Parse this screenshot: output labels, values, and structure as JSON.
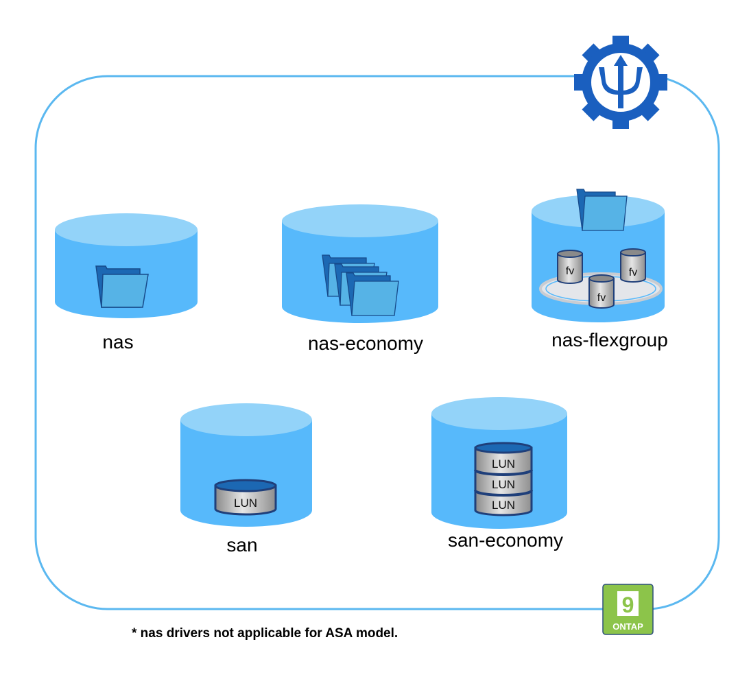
{
  "diagram": {
    "title_logo": "trident-gear-logo",
    "drivers": [
      {
        "id": "nas",
        "label": "nas",
        "content": "single-folder"
      },
      {
        "id": "nas-economy",
        "label": "nas-economy",
        "content": "multiple-folders"
      },
      {
        "id": "nas-flexgroup",
        "label": "nas-flexgroup",
        "content": "folder-with-flexvols",
        "flexvol_labels": [
          "fv",
          "fv",
          "fv"
        ]
      },
      {
        "id": "san",
        "label": "san",
        "content": "single-lun",
        "lun_labels": [
          "LUN"
        ]
      },
      {
        "id": "san-economy",
        "label": "san-economy",
        "content": "stacked-luns",
        "lun_labels": [
          "LUN",
          "LUN",
          "LUN"
        ]
      }
    ],
    "badge": {
      "number": "9",
      "text": "ONTAP"
    },
    "footnote": "* nas drivers not applicable for ASA model."
  },
  "colors": {
    "border": "#5bb8f0",
    "cylinder_body": "#57b9fb",
    "cylinder_top": "#93d3f9",
    "logo_blue": "#1a5fbf",
    "folder_dark": "#1c68b3",
    "folder_light": "#56b3e6",
    "badge_green": "#8cc44a"
  }
}
